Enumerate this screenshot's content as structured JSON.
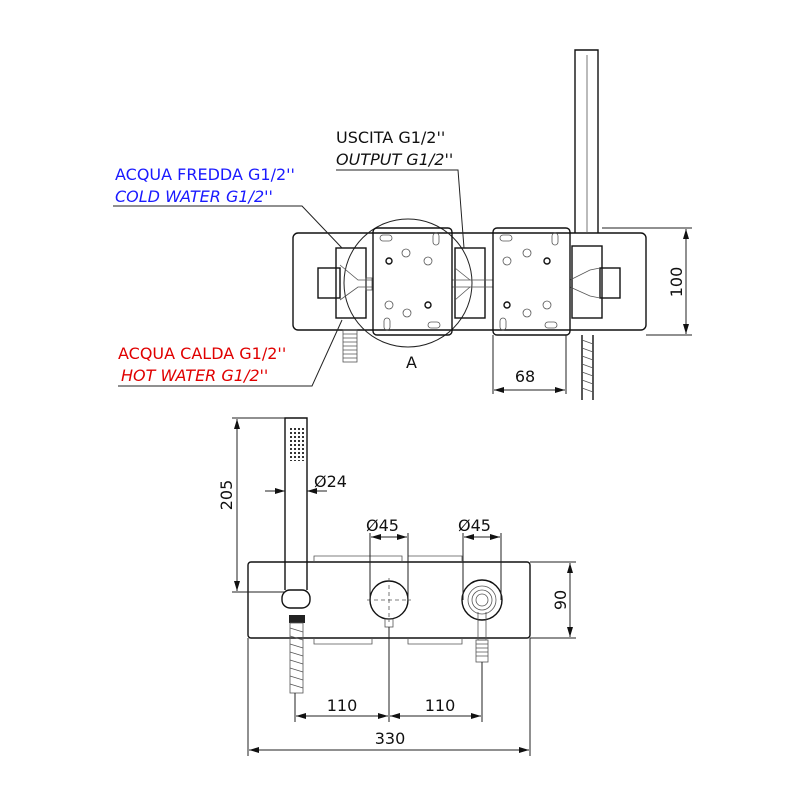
{
  "labels": {
    "output_it": "USCITA G1/2''",
    "output_en": "OUTPUT G1/2''",
    "cold_it": "ACQUA FREDDA G1/2''",
    "cold_en": "COLD WATER G1/2''",
    "hot_it": "ACQUA CALDA G1/2''",
    "hot_en": "HOT WATER G1/2''",
    "detail": "A"
  },
  "colors": {
    "cold": "#1a1aff",
    "hot": "#e00000"
  },
  "dimensions": {
    "height_top": "100",
    "plate_width": "68",
    "shower_length": "205",
    "shower_diameter": "Ø24",
    "knob1_diameter": "Ø45",
    "knob2_diameter": "Ø45",
    "plate_height": "90",
    "spacing1": "110",
    "spacing2": "110",
    "total_width": "330"
  }
}
